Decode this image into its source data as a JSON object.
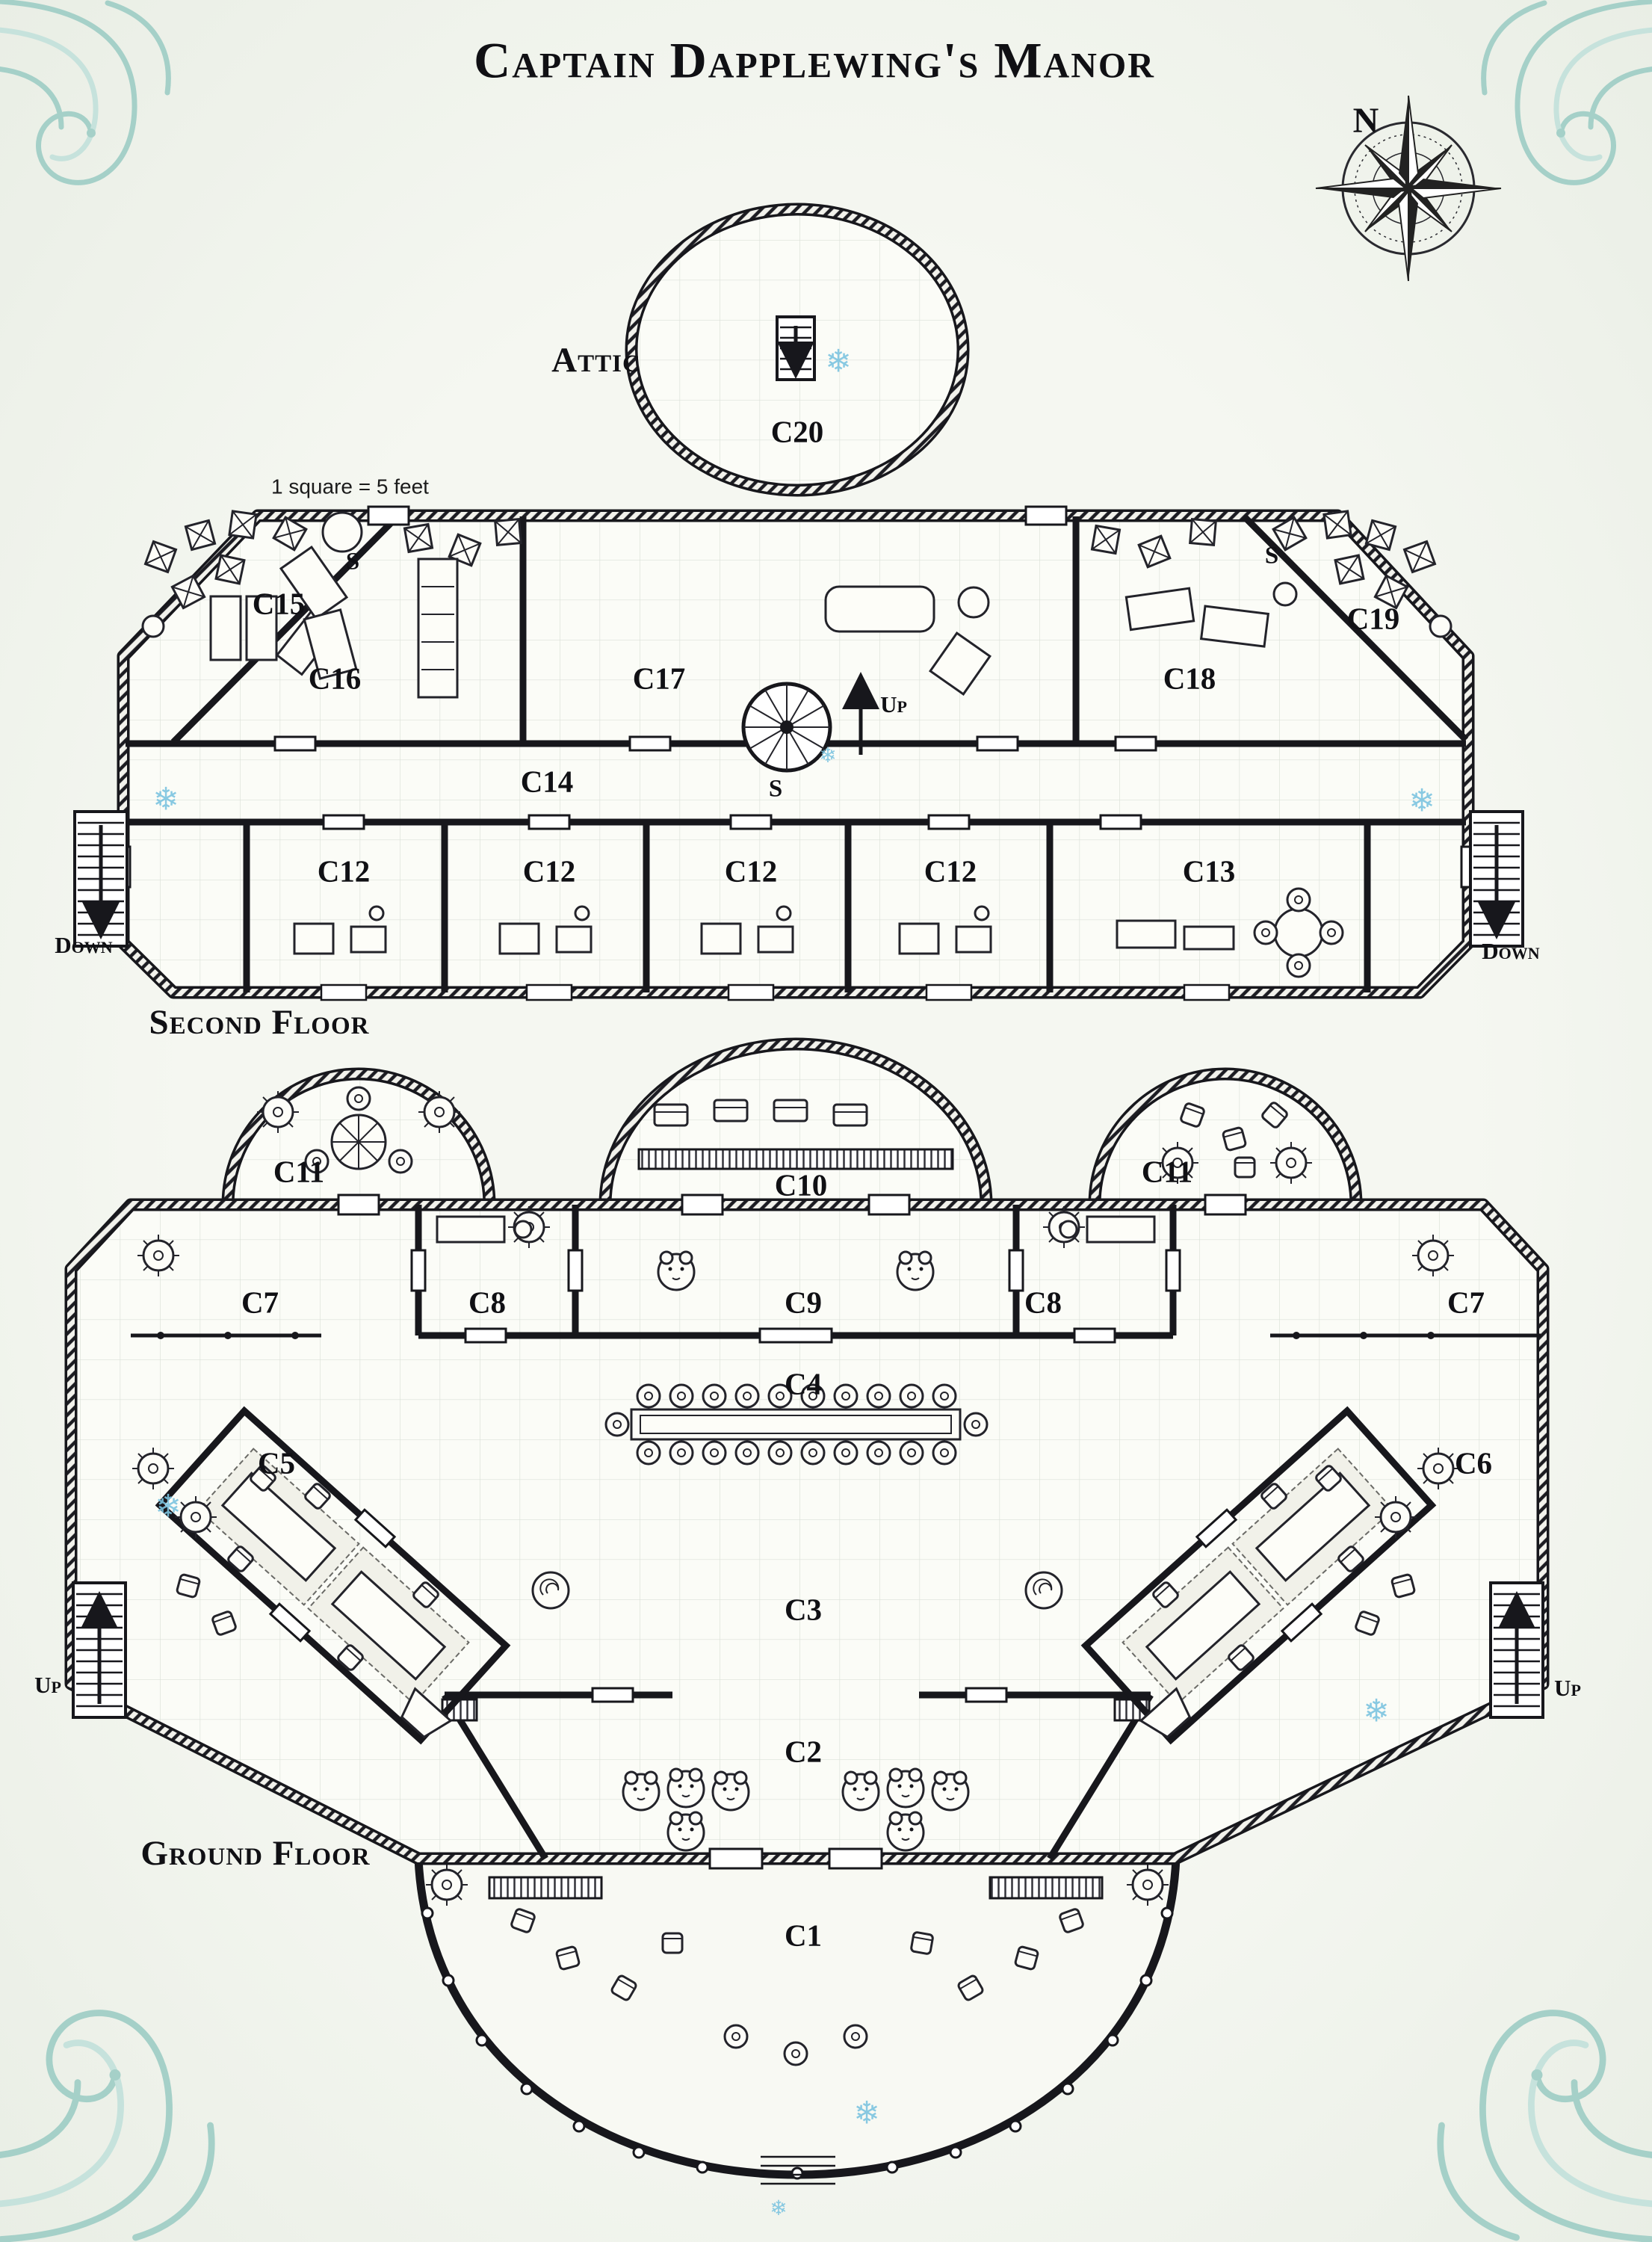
{
  "title": "Captain Dapplewing's Manor",
  "scale_note": "1 square = 5 feet",
  "compass": {
    "north_label": "N"
  },
  "icons": {
    "snowflake": "❄"
  },
  "attic": {
    "floor_label": "Attic",
    "room_c20": "C20"
  },
  "second_floor": {
    "floor_label": "Second Floor",
    "room_c12_1": "C12",
    "room_c12_2": "C12",
    "room_c12_3": "C12",
    "room_c12_4": "C12",
    "room_c13": "C13",
    "room_c14": "C14",
    "room_c15": "C15",
    "room_c16": "C16",
    "room_c17": "C17",
    "room_c18": "C18",
    "room_c19": "C19",
    "stair_down_left": "Down",
    "stair_down_right": "Down",
    "stair_up_center": "Up",
    "secret_door_left": "S",
    "secret_door_right": "S",
    "secret_stair": "S"
  },
  "ground_floor": {
    "floor_label": "Ground Floor",
    "room_c1": "C1",
    "room_c2": "C2",
    "room_c3": "C3",
    "room_c4": "C4",
    "room_c5": "C5",
    "room_c6": "C6",
    "room_c7_left": "C7",
    "room_c7_right": "C7",
    "room_c8_left": "C8",
    "room_c8_right": "C8",
    "room_c9": "C9",
    "room_c10": "C10",
    "room_c11_left": "C11",
    "room_c11_right": "C11",
    "stair_up_left": "Up",
    "stair_up_right": "Up"
  },
  "colors": {
    "ink": "#17171c",
    "paper": "#eef1ea",
    "snowflake_blue": "#7cc4e0",
    "flourish_teal": "#a5d0c8"
  }
}
